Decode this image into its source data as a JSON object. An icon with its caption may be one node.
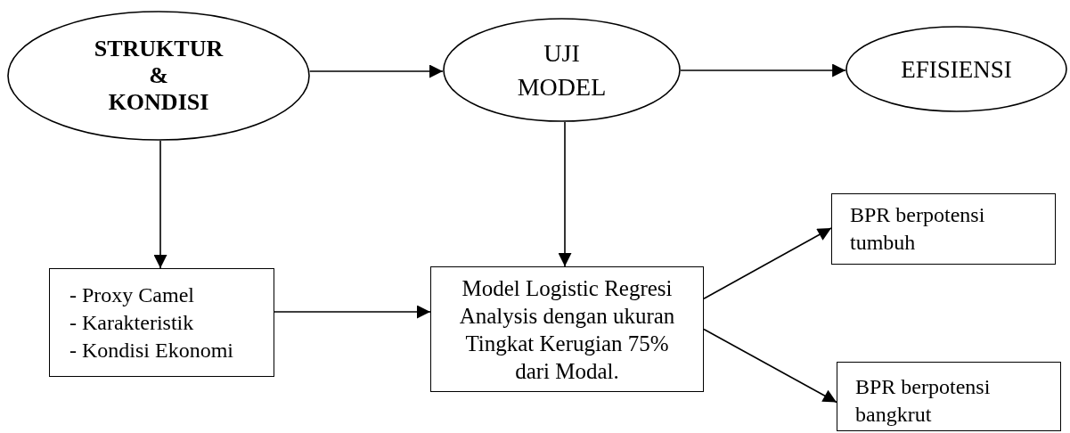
{
  "diagram": {
    "nodes": [
      {
        "text": [
          "STRUKTUR & KONDISI"
        ]
      },
      {
        "text": [
          "UJI MODEL"
        ]
      },
      {
        "text": [
          "EFISIENSI"
        ]
      },
      {
        "text": [
          "- Proxy Camel",
          "- Karakteristik",
          "- Kondisi Ekonomi"
        ]
      },
      {
        "text": [
          "Model Logistic Regresi Analysis dengan ukuran Tingkat Kerugian 75% dari Modal."
        ]
      },
      {
        "text": [
          "BPR berpotensi tumbuh"
        ]
      },
      {
        "text": [
          "BPR berpotensi bangkrut"
        ]
      }
    ],
    "edges": [
      {
        "from": 0,
        "to": 1,
        "arrow": "to"
      },
      {
        "from": 1,
        "to": 2,
        "arrow": "to"
      },
      {
        "from": 0,
        "to": 3,
        "arrow": "to"
      },
      {
        "from": 1,
        "to": 4,
        "arrow": "to"
      },
      {
        "from": 3,
        "to": 4,
        "arrow": "to"
      },
      {
        "from": 4,
        "to": 5,
        "arrow": "to"
      },
      {
        "from": 4,
        "to": 6,
        "arrow": "to"
      }
    ]
  }
}
